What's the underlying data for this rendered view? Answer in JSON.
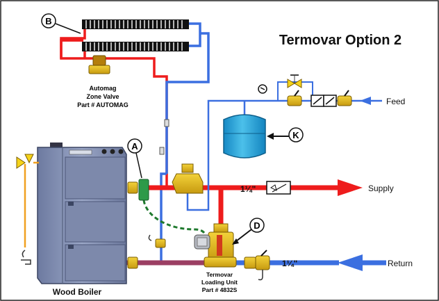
{
  "title": "Termovar Option 2",
  "callouts": {
    "b": "B",
    "a": "A",
    "k": "K",
    "d": "D"
  },
  "zone_valve": {
    "line1": "Automag",
    "line2": "Zone Valve",
    "line3": "Part # AUTOMAG"
  },
  "loading_unit": {
    "line1": "Termovar",
    "line2": "Loading Unit",
    "line3": "Part # 4832S"
  },
  "boiler_label": "Wood Boiler",
  "pipe_labels": {
    "supply_size": "1¼\"",
    "return_size": "1¼\""
  },
  "flow_labels": {
    "feed": "Feed",
    "supply": "Supply",
    "return": "Return"
  },
  "colors": {
    "supply_pipe": "#ee1c1c",
    "return_pipe": "#3b6fe0",
    "return_purple": "#9b3e63",
    "sensor_wire": "#1f7a2e",
    "relief_line": "#f0a020",
    "boiler_body": "#8290b3",
    "valve_yellow": "#f5d31a",
    "tank": "#2aa7d8"
  }
}
